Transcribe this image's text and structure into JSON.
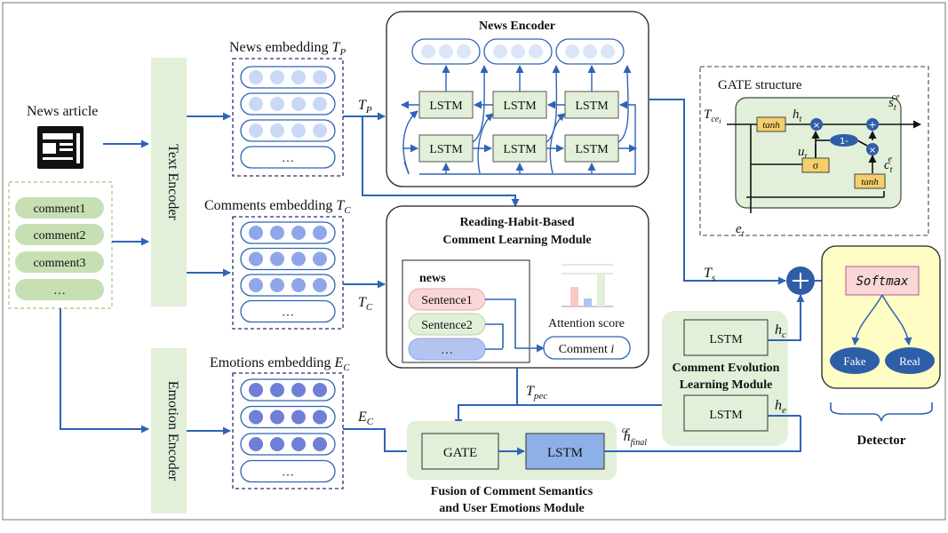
{
  "inputs": {
    "news_article": "News article",
    "comments": [
      "comment1",
      "comment2",
      "comment3",
      "…"
    ]
  },
  "encoders": {
    "text": "Text Encoder",
    "emotion": "Emotion Encoder"
  },
  "embeddings": {
    "news": {
      "label": "News embedding",
      "sym": "T",
      "sub": "P",
      "ellipsis": "…"
    },
    "comments": {
      "label": "Comments embedding",
      "sym": "T",
      "sub": "C",
      "ellipsis": "…"
    },
    "emotions": {
      "label": "Emotions embedding",
      "sym": "E",
      "sub": "C",
      "ellipsis": "…"
    }
  },
  "news_encoder": {
    "title": "News Encoder",
    "cell": "LSTM"
  },
  "gate_structure": {
    "title": "GATE structure",
    "tanh": "tanh",
    "sigma": "σ",
    "one_minus": "1-",
    "mult": "×",
    "plus": "+"
  },
  "reading_module": {
    "title_line1": "Reading-Habit-Based",
    "title_line2": "Comment Learning Module",
    "news": "news",
    "sentences": [
      "Sentence1",
      "Sentence2",
      "…"
    ],
    "attention": "Attention score",
    "comment": "Comment",
    "comment_var": "i"
  },
  "evolution_module": {
    "title_line1": "Comment Evolution",
    "title_line2": "Learning Module",
    "cell": "LSTM"
  },
  "fusion_module": {
    "gate": "GATE",
    "lstm": "LSTM",
    "title_line1": "Fusion of Comment Semantics",
    "title_line2": "and User Emotions Module"
  },
  "detector": {
    "softmax": "Softmax",
    "fake": "Fake",
    "real": "Real",
    "label": "Detector"
  },
  "symbols": {
    "T": "T",
    "P": "P",
    "C": "C",
    "E": "E",
    "s": "s",
    "pec": "pec",
    "h": "h",
    "c": "c",
    "e": "e",
    "ce": "ce",
    "final": "final",
    "t": "t",
    "u": "u",
    "ce_i": "ce",
    "i": "i"
  },
  "colors": {
    "arrow": "#2e63b8",
    "green_fill": "#e2efd9",
    "dark_blue_circle": "#2f5ea8",
    "yellow_fill": "#fdfdc4",
    "pink_fill": "#f8d7d6",
    "lstm_blue": "#8db0e8"
  }
}
